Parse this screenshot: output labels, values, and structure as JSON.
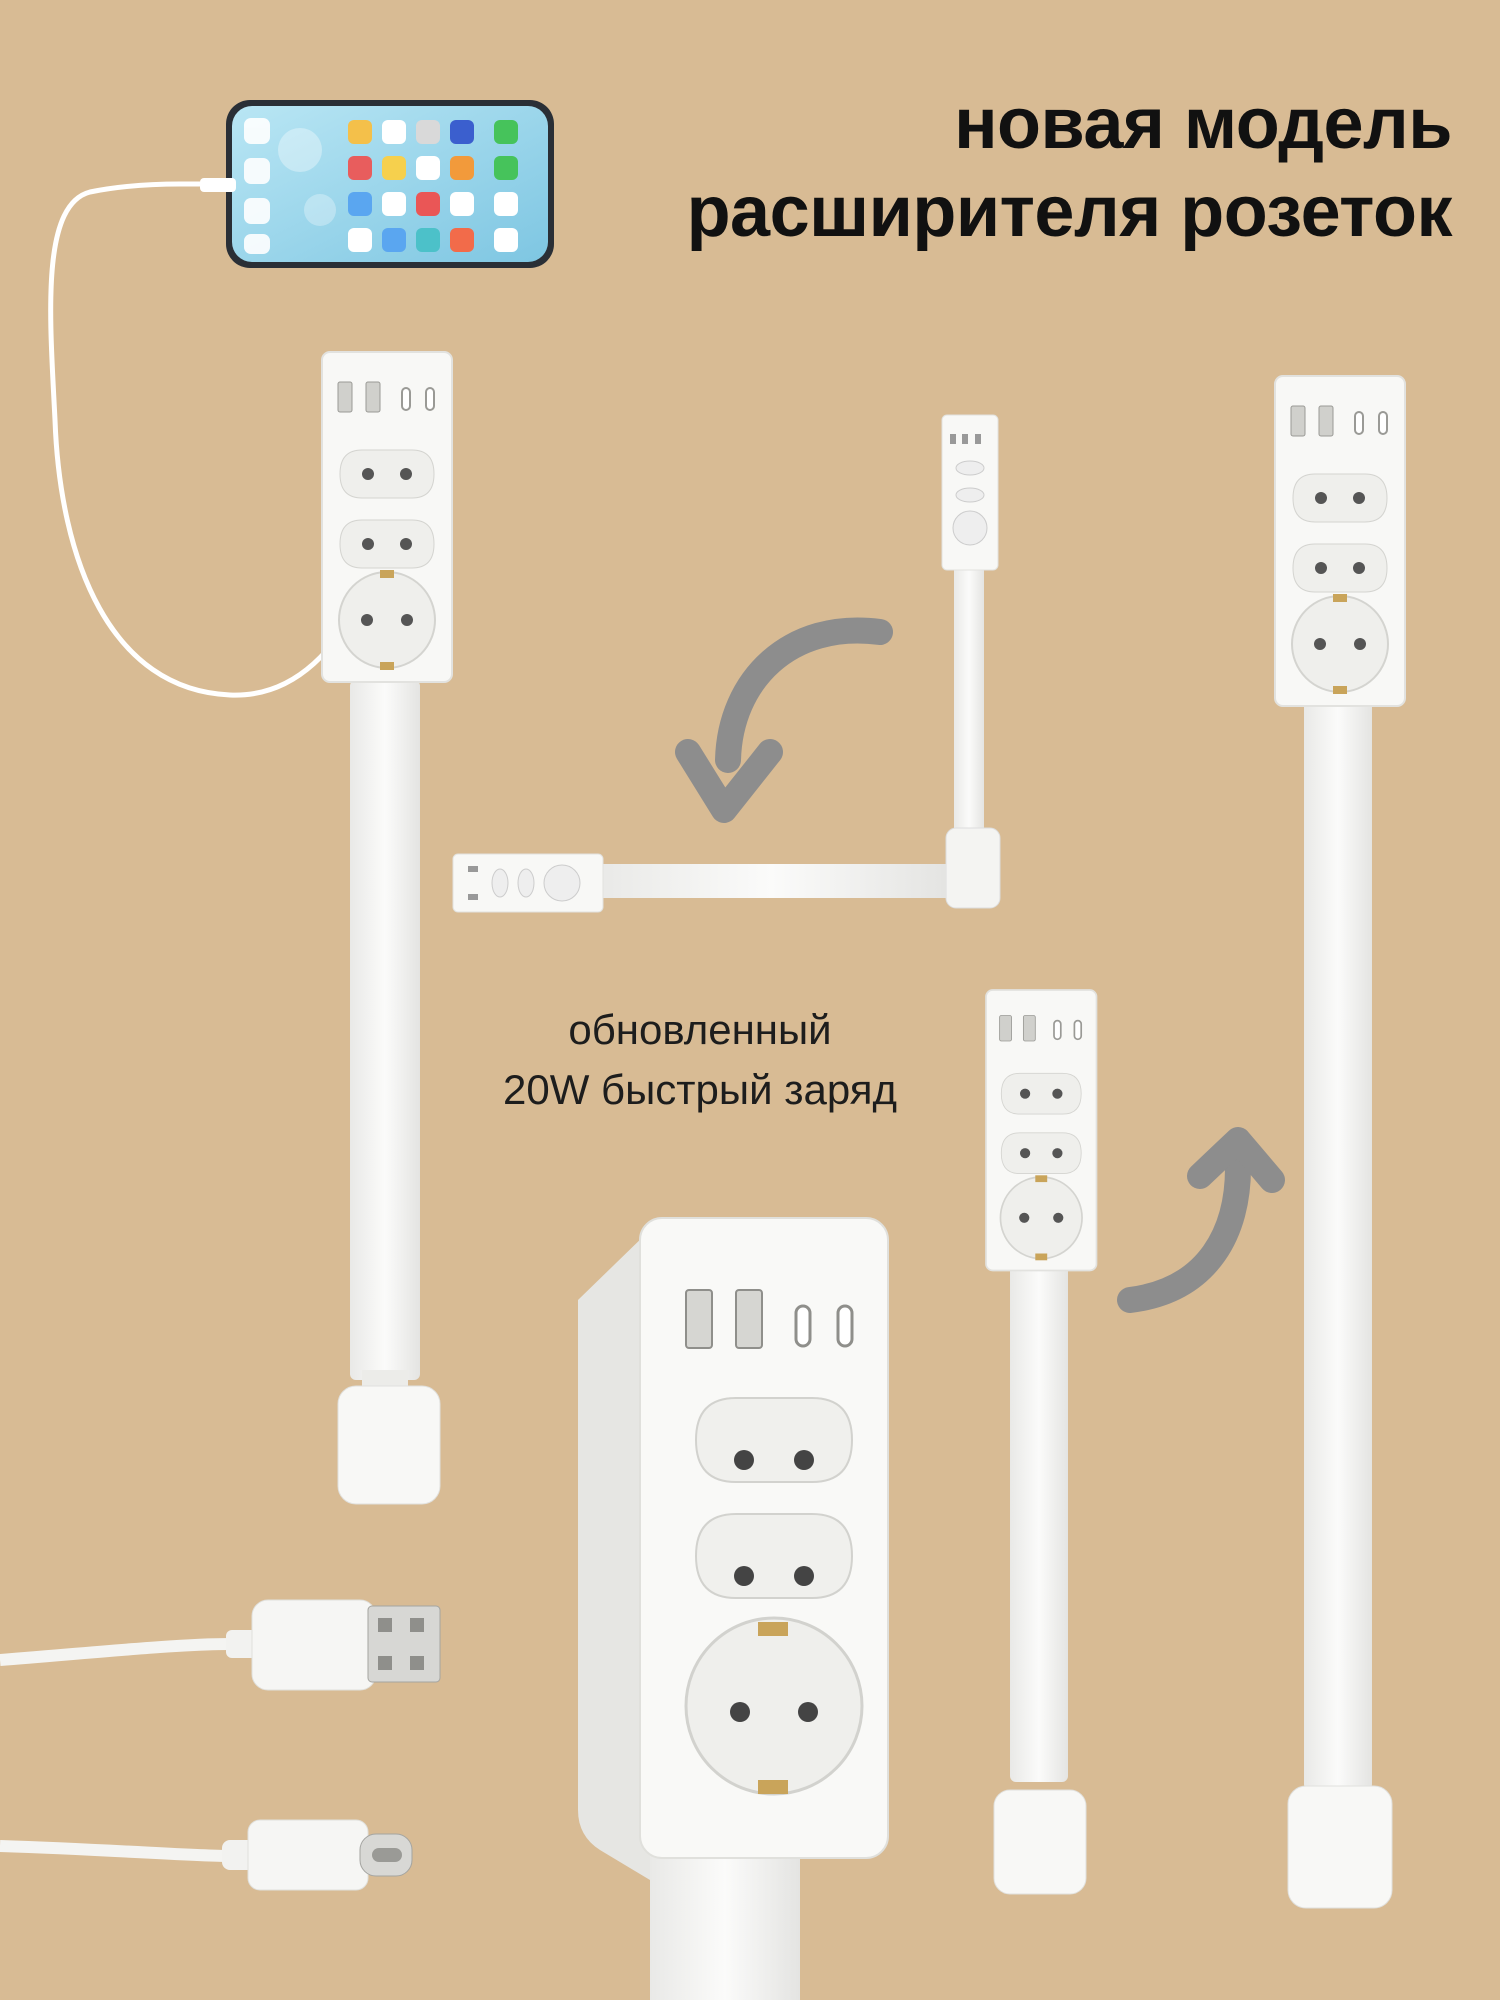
{
  "headline": {
    "line1": "новая модель",
    "line2": "расширителя розеток"
  },
  "subtext": {
    "line1": "обновленный",
    "line2": "20W быстрый заряд"
  },
  "colors": {
    "background": "#d8bb94",
    "device_white": "#f7f7f5",
    "arrow_gray": "#8d8d8d",
    "phone_screen": "#9fd6ea"
  },
  "icons": [
    "smartphone-icon",
    "power-strip-icon",
    "curved-arrow-icon",
    "usb-a-plug-icon",
    "usb-c-plug-icon"
  ]
}
